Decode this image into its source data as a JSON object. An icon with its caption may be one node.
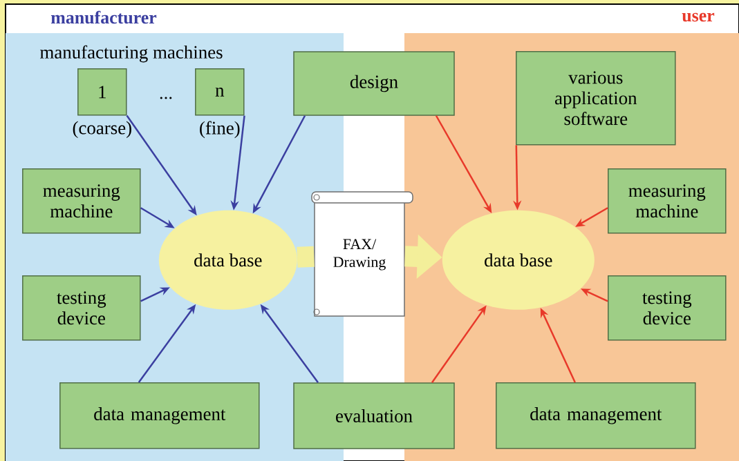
{
  "diagram": {
    "nodes": [
      {
        "text": [
          "manufacturer"
        ]
      },
      {
        "text": [
          "user"
        ]
      },
      {
        "text": [
          "1"
        ],
        "beside": [
          "(coarse)"
        ],
        "in": 0
      },
      {
        "text": [
          "n"
        ],
        "beside": [
          "(fine)"
        ],
        "in": 0
      },
      {
        "text": [
          "design"
        ]
      },
      {
        "text": [
          "various application software"
        ],
        "in": 1
      },
      {
        "text": [
          "measuring machine"
        ],
        "in": 0
      },
      {
        "text": [
          "data base"
        ],
        "in": 0
      },
      {
        "text": [
          "FAX/ Drawing"
        ]
      },
      {
        "text": [
          "data base"
        ],
        "in": 1
      },
      {
        "text": [
          "measuring machine"
        ],
        "in": 1
      },
      {
        "text": [
          "testing device"
        ],
        "in": 0
      },
      {
        "text": [
          "testing device"
        ],
        "in": 1
      },
      {
        "text": [
          "data management"
        ],
        "in": 0
      },
      {
        "text": [
          "evaluation"
        ]
      },
      {
        "text": [
          "data management"
        ],
        "in": 1
      }
    ],
    "edges": [
      {
        "from": 2,
        "to": 7,
        "arrow": "to",
        "color": "#3b3fa0"
      },
      {
        "from": 3,
        "to": 7,
        "arrow": "to",
        "color": "#3b3fa0"
      },
      {
        "from": 4,
        "to": 7,
        "arrow": "to",
        "color": "#3b3fa0"
      },
      {
        "from": 6,
        "to": 7,
        "arrow": "to",
        "color": "#3b3fa0"
      },
      {
        "from": 11,
        "to": 7,
        "arrow": "to",
        "color": "#3b3fa0"
      },
      {
        "from": 13,
        "to": 7,
        "arrow": "to",
        "color": "#3b3fa0"
      },
      {
        "from": 14,
        "to": 7,
        "arrow": "to",
        "color": "#3b3fa0"
      },
      {
        "from": 4,
        "to": 9,
        "arrow": "to",
        "color": "#e8392a"
      },
      {
        "from": 5,
        "to": 9,
        "arrow": "to",
        "color": "#e8392a"
      },
      {
        "from": 10,
        "to": 9,
        "arrow": "to",
        "color": "#e8392a"
      },
      {
        "from": 12,
        "to": 9,
        "arrow": "to",
        "color": "#e8392a"
      },
      {
        "from": 14,
        "to": 9,
        "arrow": "to",
        "color": "#e8392a"
      },
      {
        "from": 15,
        "to": 9,
        "arrow": "to",
        "color": "#e8392a"
      },
      {
        "from": 7,
        "to": 8,
        "arrow": "none",
        "style": "thick",
        "color": "#f3ef9a"
      },
      {
        "from": 8,
        "to": 9,
        "arrow": "to",
        "style": "thick",
        "color": "#f3ef9a"
      }
    ],
    "labels": [
      "manufacturing machines",
      "..."
    ]
  }
}
